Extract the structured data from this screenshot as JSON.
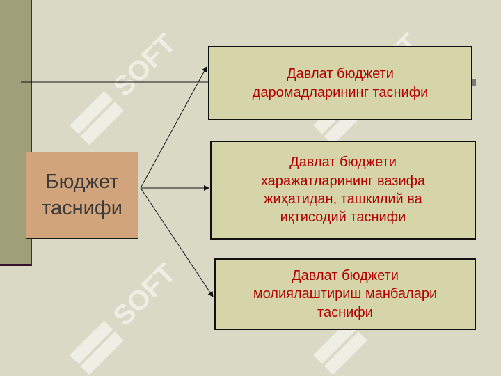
{
  "diagram": {
    "source": {
      "line1": "Бюджет",
      "line2": "таснифи"
    },
    "targets": [
      {
        "line1": "Давлат бюджети",
        "line2": "даромадларининг таснифи"
      },
      {
        "line1": "Давлат бюджети",
        "line2": "харажатларининг вазифа",
        "line3": "жиҳатидан, ташкилий ва",
        "line4": "иқтисодий таснифи"
      },
      {
        "line1": "Давлат бюджети",
        "line2": "молиялаштириш манбалари",
        "line3": "таснифи"
      }
    ]
  },
  "watermark": {
    "text": "SOFT"
  },
  "colors": {
    "background": "#d9d9c6",
    "sidebar": "#9f9f7a",
    "target_fill": "#d5d5a9",
    "target_text": "#b00000",
    "source_fill": "#d2a47c",
    "source_text": "#3a3a3a",
    "watermark": "#ffffff"
  }
}
